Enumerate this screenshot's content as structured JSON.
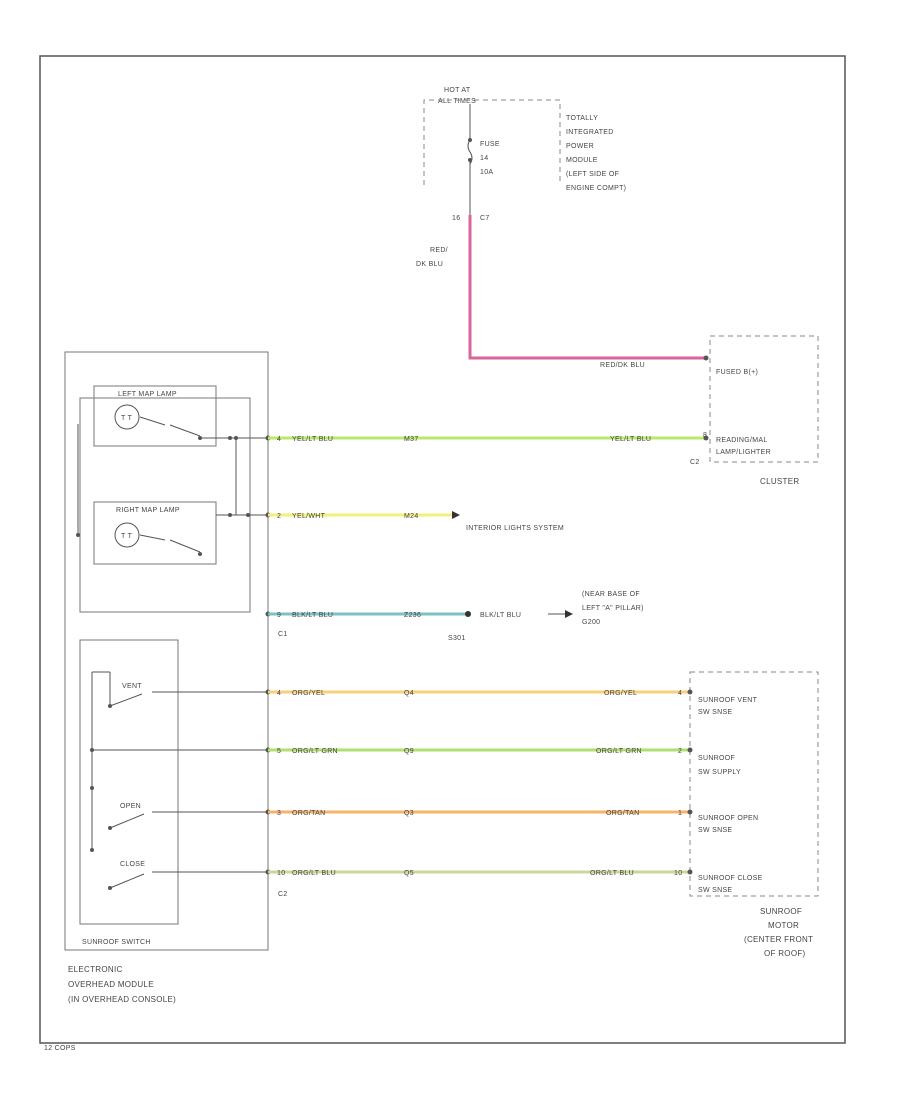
{
  "power": {
    "hot_at": "HOT AT",
    "all_times": "ALL TIMES",
    "fuse_label": "FUSE",
    "fuse_number": "14",
    "fuse_rating": "10A",
    "module_lines": [
      "TOTALLY",
      "INTEGRATED",
      "POWER",
      "MODULE",
      "(LEFT SIDE OF",
      "ENGINE COMPT)"
    ],
    "pin_left": "16",
    "pin_right": "C7",
    "wire_color_line1": "RED/",
    "wire_color_line2": "DK BLU",
    "wire_color_horizontal": "RED/DK BLU"
  },
  "cluster": {
    "fused_label": "FUSED B(+)",
    "pin_label": "READING/MAL",
    "pin_label2": "LAMP/LIGHTER",
    "connector": "C2",
    "pin_num": "8",
    "title": "CLUSTER"
  },
  "eom": {
    "left_map_lamp": "LEFT MAP LAMP",
    "right_map_lamp": "RIGHT MAP LAMP",
    "sunroof_switch": "SUNROOF SWITCH",
    "vent": "VENT",
    "open": "OPEN",
    "close": "CLOSE",
    "title_lines": [
      "ELECTRONIC",
      "OVERHEAD MODULE",
      "(IN OVERHEAD CONSOLE)"
    ],
    "c1": "C1",
    "c2": "C2"
  },
  "wires": {
    "w1_pin": "4",
    "w1_color": "YEL/LT BLU",
    "w1_circuit": "M37",
    "w1_color_r": "YEL/LT BLU",
    "w2_pin": "2",
    "w2_color": "YEL/WHT",
    "w2_circuit": "M24",
    "w2_dest": "INTERIOR LIGHTS SYSTEM",
    "w3_pin": "9",
    "w3_color": "BLK/LT BLU",
    "w3_circuit": "Z236",
    "w3_splice_label": "BLK/LT BLU",
    "w3_ground_lines": [
      "(NEAR BASE OF",
      "LEFT \"A\" PILLAR)",
      "G200"
    ],
    "w3_splice": "S301",
    "w4_pin": "4",
    "w4_color": "ORG/YEL",
    "w4_circuit": "Q4",
    "w4_color_r": "ORG/YEL",
    "w4_pin_r": "4",
    "w5_pin": "5",
    "w5_color": "ORG/LT GRN",
    "w5_circuit": "Q9",
    "w5_color_r": "ORG/LT GRN",
    "w5_pin_r": "2",
    "w6_pin": "3",
    "w6_color": "ORG/TAN",
    "w6_circuit": "Q3",
    "w6_color_r": "ORG/TAN",
    "w6_pin_r": "1",
    "w7_pin": "10",
    "w7_color": "ORG/LT BLU",
    "w7_circuit": "Q5",
    "w7_color_r": "ORG/LT BLU",
    "w7_pin_r": "10"
  },
  "motor": {
    "vent_lines": [
      "SUNROOF VENT",
      "SW SNSE"
    ],
    "supply_lines": [
      "SUNROOF",
      "SW SUPPLY"
    ],
    "open_lines": [
      "SUNROOF OPEN",
      "SW SNSE"
    ],
    "close_lines": [
      "SUNROOF CLOSE",
      "SW SNSE"
    ],
    "title_lines": [
      "SUNROOF",
      "MOTOR",
      "(CENTER FRONT",
      "OF ROOF)"
    ]
  },
  "footer": {
    "code": "12 COPS"
  },
  "colors": {
    "red_dk_blu": "#d9669b",
    "yel_lt_blu": "#b9e86a",
    "yel_wht": "#f2f07a",
    "blk_lt_blu": "#7cc1c4",
    "org_yel": "#f6d07a",
    "org_lt_grn": "#b2e070",
    "org_tan": "#f6b469",
    "org_lt_blu": "#c8d89a"
  }
}
